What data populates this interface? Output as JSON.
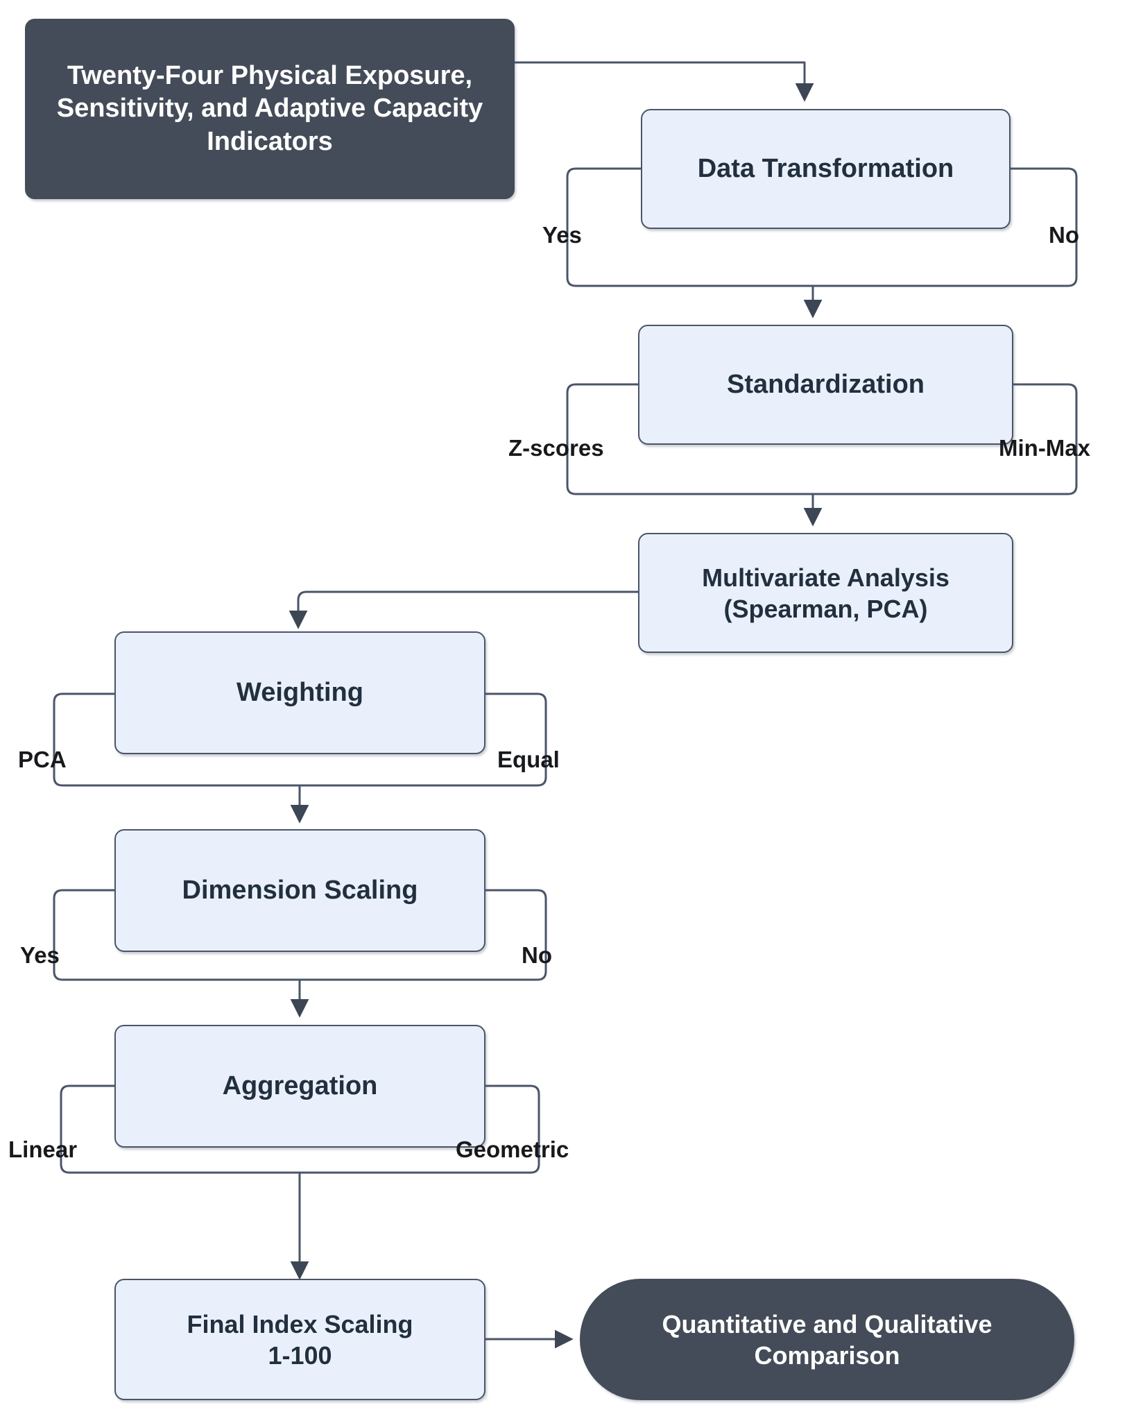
{
  "diagram": {
    "title": "Composite Vulnerability Index Construction Flowchart",
    "colors": {
      "terminal_fill": "#454c59",
      "terminal_text": "#ffffff",
      "process_fill": "#e9f0fb",
      "process_border": "#4a5568",
      "process_text": "#222f3e",
      "connector": "#4a5568",
      "background": "#ffffff"
    },
    "nodes": [
      {
        "id": "indicators",
        "label": "Twenty-Four Physical Exposure, Sensitivity, and Adaptive Capacity Indicators",
        "shape": "rounded-rect-terminal"
      },
      {
        "id": "data-transformation",
        "label": "Data Transformation",
        "shape": "rounded-rect-process"
      },
      {
        "id": "standardization",
        "label": "Standardization",
        "shape": "rounded-rect-process"
      },
      {
        "id": "multivariate-analysis",
        "label": "Multivariate Analysis\n(Spearman, PCA)",
        "shape": "rounded-rect-process"
      },
      {
        "id": "weighting",
        "label": "Weighting",
        "shape": "rounded-rect-process"
      },
      {
        "id": "dimension-scaling",
        "label": "Dimension Scaling",
        "shape": "rounded-rect-process"
      },
      {
        "id": "aggregation",
        "label": "Aggregation",
        "shape": "rounded-rect-process"
      },
      {
        "id": "final-index-scaling",
        "label": "Final Index Scaling\n1-100",
        "shape": "rounded-rect-process"
      },
      {
        "id": "comparison",
        "label": "Quantitative and Qualitative Comparison",
        "shape": "stadium-terminal"
      }
    ],
    "edge_labels": {
      "data_transformation_left": "Yes",
      "data_transformation_right": "No",
      "standardization_left": "Z-scores",
      "standardization_right": "Min-Max",
      "weighting_left": "PCA",
      "weighting_right": "Equal",
      "dimension_scaling_left": "Yes",
      "dimension_scaling_right": "No",
      "aggregation_left": "Linear",
      "aggregation_right": "Geometric"
    },
    "edges": [
      {
        "from": "indicators",
        "to": "data-transformation",
        "label": ""
      },
      {
        "from": "data-transformation",
        "to": "standardization",
        "label": "Yes / No"
      },
      {
        "from": "standardization",
        "to": "multivariate-analysis",
        "label": "Z-scores / Min-Max"
      },
      {
        "from": "multivariate-analysis",
        "to": "weighting",
        "label": ""
      },
      {
        "from": "weighting",
        "to": "dimension-scaling",
        "label": "PCA / Equal"
      },
      {
        "from": "dimension-scaling",
        "to": "aggregation",
        "label": "Yes / No"
      },
      {
        "from": "aggregation",
        "to": "final-index-scaling",
        "label": "Linear / Geometric"
      },
      {
        "from": "final-index-scaling",
        "to": "comparison",
        "label": ""
      }
    ]
  }
}
